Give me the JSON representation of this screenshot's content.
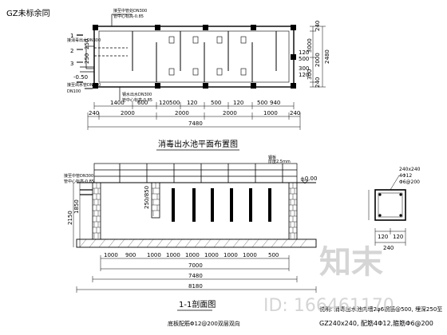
{
  "corner_label": "GZ未标余同",
  "plan": {
    "title": "消毒出水池平面布置图",
    "notes": {
      "pipe_top": "接至中管处DN300",
      "pipe_top_level": "管中心标高-0.85",
      "pipe_left_top": "接消毒出水DN300",
      "level_left": "-0.50",
      "pipe_left_mid": "接至出水管DN100",
      "pipe_left_low": "DN100",
      "pipe_bottom_1": "钢水出水DN300",
      "pipe_bottom_2": "管中心标高-0.85"
    },
    "left_dims": [
      "250",
      "250"
    ],
    "markers": [
      "1",
      "2",
      "3"
    ],
    "right_dims": [
      "240",
      "3000",
      "300",
      "2480",
      "2000",
      "240"
    ],
    "inner_dims": [
      "120",
      "500",
      "300",
      "120"
    ],
    "dim_row1": [
      "1400",
      "600",
      "120",
      "500",
      "120",
      "500",
      "120",
      "500",
      "940"
    ],
    "dim_row2": [
      "240",
      "2000",
      "2000",
      "2000",
      "1000",
      "240"
    ],
    "dim_row3": "7480"
  },
  "section": {
    "title": "1-1剖面图",
    "label_top": "钢板",
    "label_top2": "厚度2.5mm",
    "level_top": "±0.00",
    "pipe_label": "接至中管DN300",
    "pipe_level": "管中心标高-0.85",
    "left_dims": [
      "2150",
      "1850"
    ],
    "mid_label": "250/850",
    "dim_row1": [
      "1000",
      "900",
      "1000",
      "1000",
      "1000",
      "1000",
      "1000",
      "1000",
      "500"
    ],
    "dim_row2": "7000",
    "dim_row3": "7480",
    "dim_row4": "8180",
    "note_bottom": "底板配筋Φ12@200双层双向"
  },
  "column_detail": {
    "size_label": "240x240",
    "rebar_1": "4Φ12",
    "rebar_2": "Φ6@200",
    "dims": [
      "120",
      "120"
    ],
    "dim_total": "240"
  },
  "footnote": {
    "line1": "说明: 消毒出水池内墙2φ6钢筋@500, 埋深250至",
    "line2": "GZ240x240, 配筋4Φ12,箍筋Φ6@200"
  },
  "watermark": {
    "text": "知末",
    "id": "ID: 166461170"
  }
}
